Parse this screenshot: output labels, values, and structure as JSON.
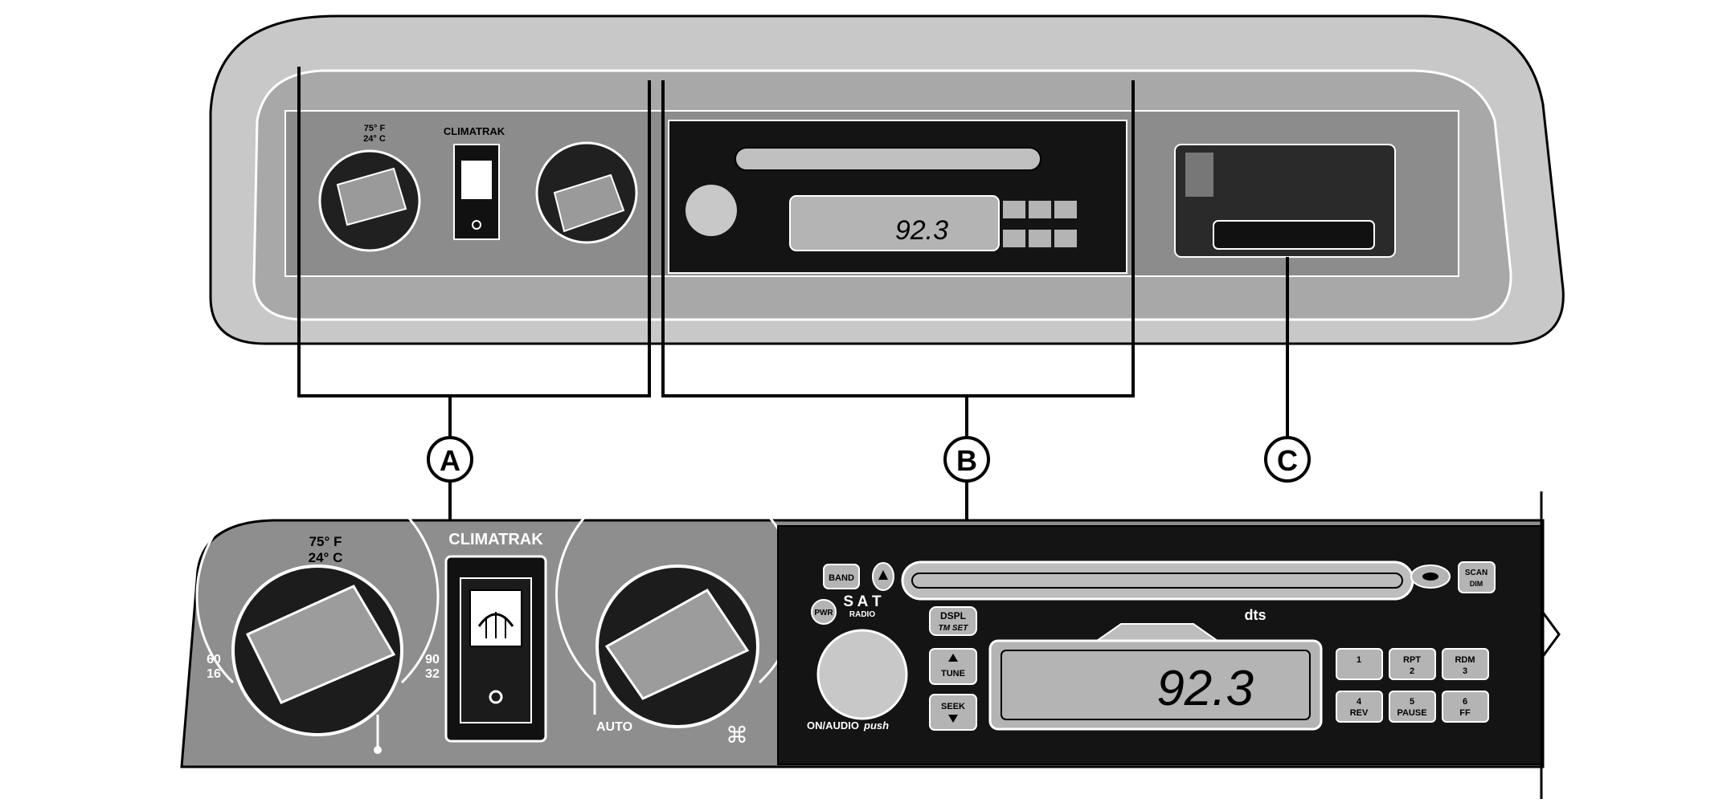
{
  "callouts": [
    "A",
    "B",
    "C"
  ],
  "climate": {
    "temp_f": "75° F",
    "temp_c": "24° C",
    "temp_f_small": "75° F",
    "temp_c_small": "24° C",
    "brand": "CLIMATRAK",
    "left_low_f": "60",
    "left_low_c": "16",
    "left_high_f": "90",
    "left_high_c": "32",
    "auto_label": "AUTO",
    "fan_glyph": "⌘"
  },
  "radio": {
    "band_label": "BAND",
    "pwr_label": "PWR",
    "sat_label": "S A T",
    "radio_label": "RADIO",
    "dspl_label": "DSPL",
    "tmset_label": "TM SET",
    "scan_label": "SCAN",
    "dim_label": "DIM",
    "tune_label": "TUNE",
    "seek_label": "SEEK",
    "on_audio_label": "ON/AUDIO",
    "push_label": "push",
    "frequency": "92.3",
    "dolby_label": "dts",
    "presets": [
      {
        "top": "1",
        "bottom": ""
      },
      {
        "top": "RPT",
        "bottom": "2"
      },
      {
        "top": "RDM",
        "bottom": "3"
      },
      {
        "top": "4",
        "bottom": "REV"
      },
      {
        "top": "5",
        "bottom": "PAUSE"
      },
      {
        "top": "6",
        "bottom": "FF"
      }
    ]
  },
  "colors": {
    "dash_outer": "#c8c8c8",
    "dash_inner": "#9a9a9a",
    "panel_dark": "#141414",
    "button_grey": "#b4b4b4"
  }
}
